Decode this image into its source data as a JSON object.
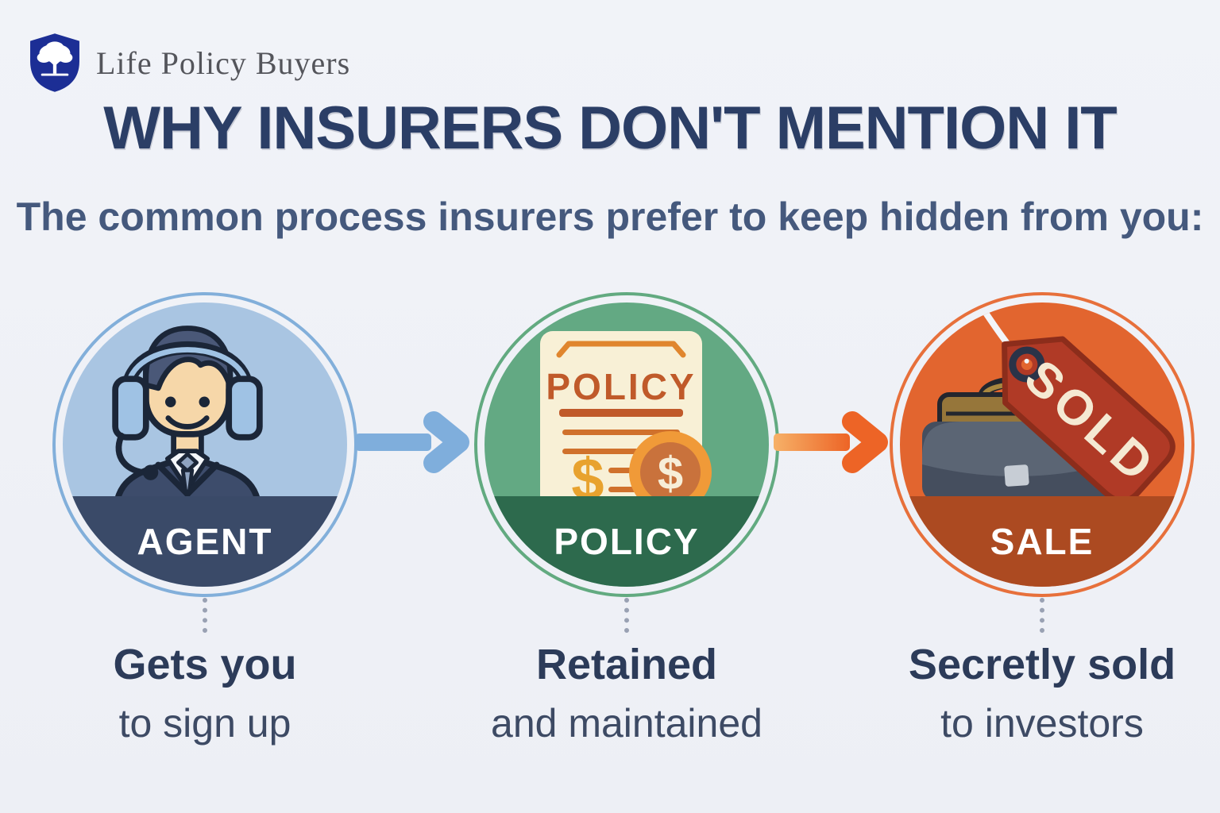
{
  "brand": {
    "name": "Life Policy Buyers",
    "shield_color": "#1C2E95"
  },
  "header": {
    "title": "WHY INSURERS DON'T MENTION IT",
    "subtitle": "The common process insurers prefer to keep hidden from you:",
    "title_color": "#2B3E66",
    "subtitle_color": "#45597D"
  },
  "flow": {
    "steps": [
      {
        "label": "AGENT",
        "icon": "agent-headset-icon",
        "caption_bold": "Gets you",
        "caption_rest": "to sign up",
        "ring_color": "#82AFDA",
        "fill_color": "#A9C5E2",
        "band_color": "#3A4A68"
      },
      {
        "label": "POLICY",
        "icon": "policy-document-icon",
        "caption_bold": "Retained",
        "caption_rest": "and maintained",
        "ring_color": "#62AA80",
        "fill_color": "#63A983",
        "band_color": "#2D6A4D",
        "document": {
          "title": "POLICY",
          "dollar": "$",
          "coin_dollar": "$"
        }
      },
      {
        "label": "SALE",
        "icon": "briefcase-sold-tag-icon",
        "caption_bold": "Secretly sold",
        "caption_rest": "to investors",
        "ring_color": "#E7703B",
        "fill_color": "#E2652F",
        "band_color": "#AC4A21",
        "tag_text": "SOLD"
      }
    ],
    "arrow_colors": {
      "first": "#7FAEDC",
      "second_from": "#F6B168",
      "second_to": "#ED6426"
    }
  }
}
